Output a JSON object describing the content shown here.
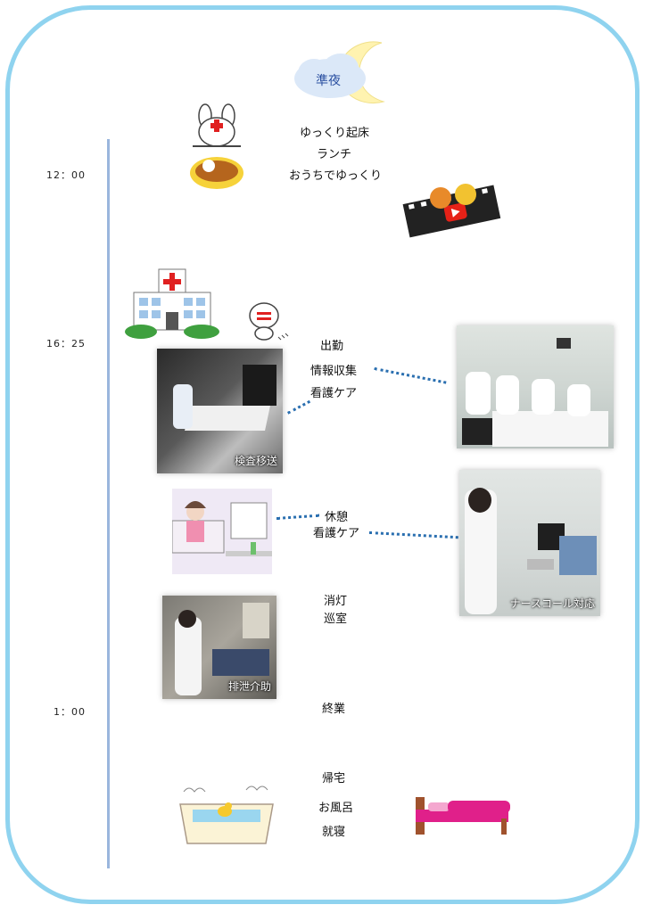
{
  "header": {
    "shift_title": "準夜"
  },
  "times": [
    "12：00",
    "16：25",
    "1：00"
  ],
  "activities": {
    "morning": [
      "ゆっくり起床",
      "ランチ",
      "おうちでゆっくり"
    ],
    "work": [
      "出勤",
      "情報収集",
      "看護ケア"
    ],
    "break": [
      "休憩",
      "看護ケア"
    ],
    "night": [
      "消灯",
      "巡室"
    ],
    "end": "終業",
    "home": [
      "帰宅",
      "お風呂",
      "就寝"
    ]
  },
  "photos": {
    "transport": "検査移送",
    "nurse_call": "ナースコール対応",
    "excretion": "排泄介助"
  },
  "colors": {
    "frame": "#8fd3ef",
    "timeline": "#9ab6dd",
    "dots": "#2a6fb0"
  }
}
